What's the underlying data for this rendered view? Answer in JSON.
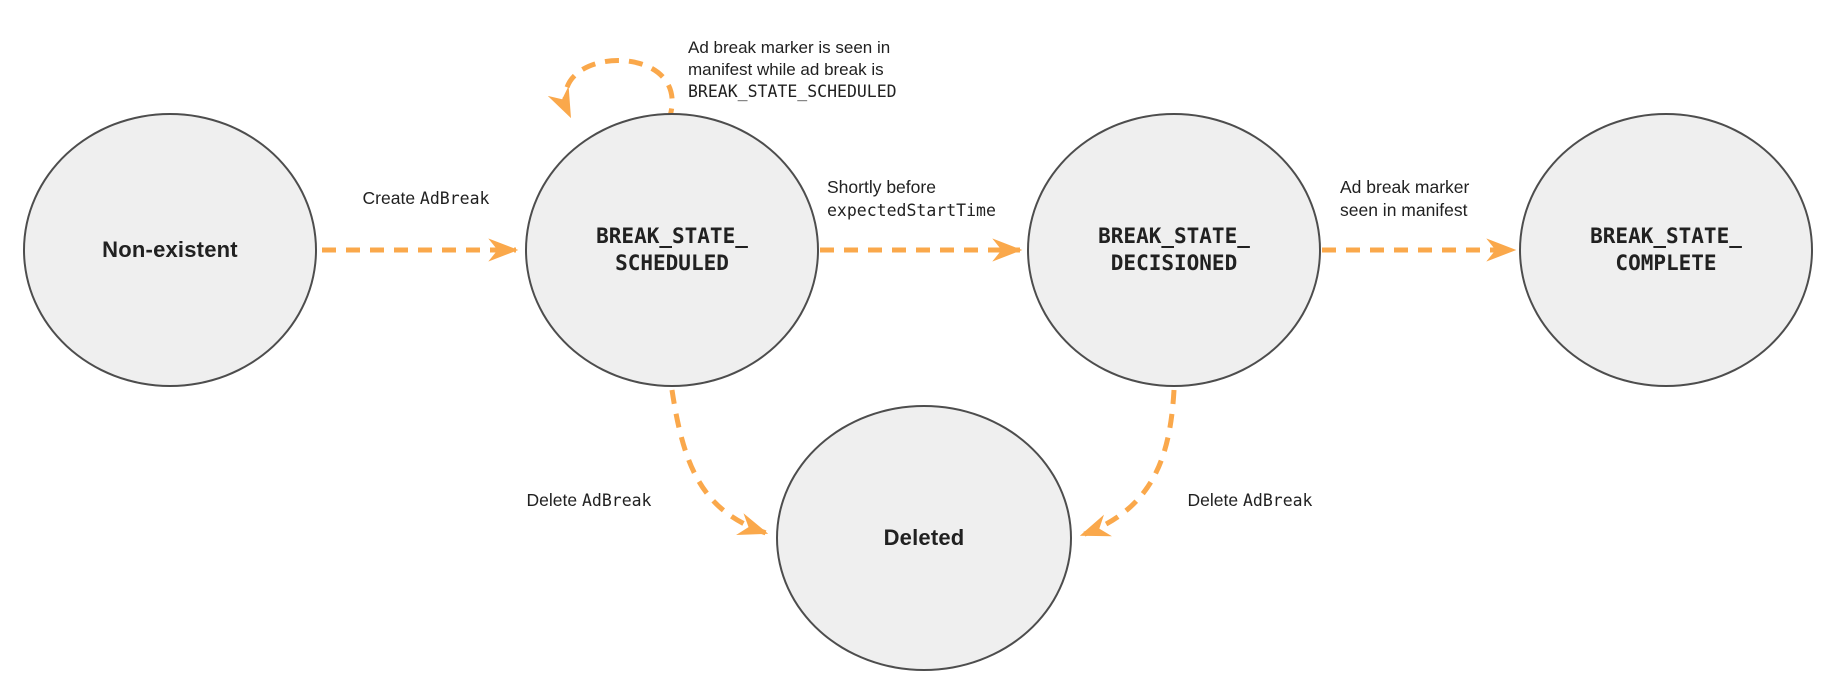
{
  "diagram": {
    "colors": {
      "accent_orange": "#FAA84B",
      "node_fill": "#EFEFEF",
      "node_border": "#4D4D4D",
      "text": "#212121"
    },
    "states": {
      "non_existent": {
        "label": "Non-existent"
      },
      "scheduled": {
        "label": "BREAK_STATE_\nSCHEDULED"
      },
      "decisioned": {
        "label": "BREAK_STATE_\nDECISIONED"
      },
      "complete": {
        "label": "BREAK_STATE_\nCOMPLETE"
      },
      "deleted": {
        "label": "Deleted"
      }
    },
    "edges": {
      "create": {
        "text_sans": "Create ",
        "text_mono": "AdBreak"
      },
      "self_loop": {
        "line1": "Ad break marker is seen in",
        "line2": "manifest while ad break is",
        "line3_mono": "BREAK_STATE_SCHEDULED"
      },
      "to_decisioned": {
        "line1": "Shortly before",
        "line2_mono": "expectedStartTime"
      },
      "to_complete": {
        "line1": "Ad break marker",
        "line2": "seen in manifest"
      },
      "delete_left": {
        "text_sans": "Delete ",
        "text_mono": "AdBreak"
      },
      "delete_right": {
        "text_sans": "Delete ",
        "text_mono": "AdBreak"
      }
    }
  }
}
